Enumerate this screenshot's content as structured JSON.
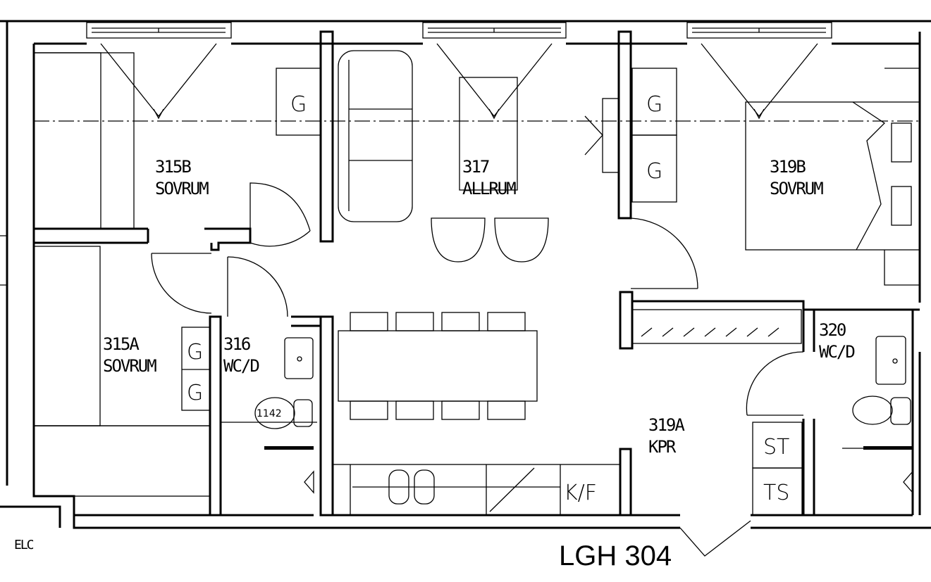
{
  "apartment_label": "LGH 304",
  "corner_label": "ELC",
  "rooms": [
    {
      "number": "315B",
      "name": "SOVRUM"
    },
    {
      "number": "317",
      "name": "ALLRUM"
    },
    {
      "number": "319B",
      "name": "SOVRUM"
    },
    {
      "number": "315A",
      "name": "SOVRUM"
    },
    {
      "number": "316",
      "name": "WC/D"
    },
    {
      "number": "320",
      "name": "WC/D"
    },
    {
      "number": "319A",
      "name": "KPR"
    }
  ],
  "fixtures": {
    "wardrobe": "G",
    "stove": "ST",
    "dryer": "TS",
    "fridge_freezer": "K/F",
    "dimension": "1142"
  }
}
